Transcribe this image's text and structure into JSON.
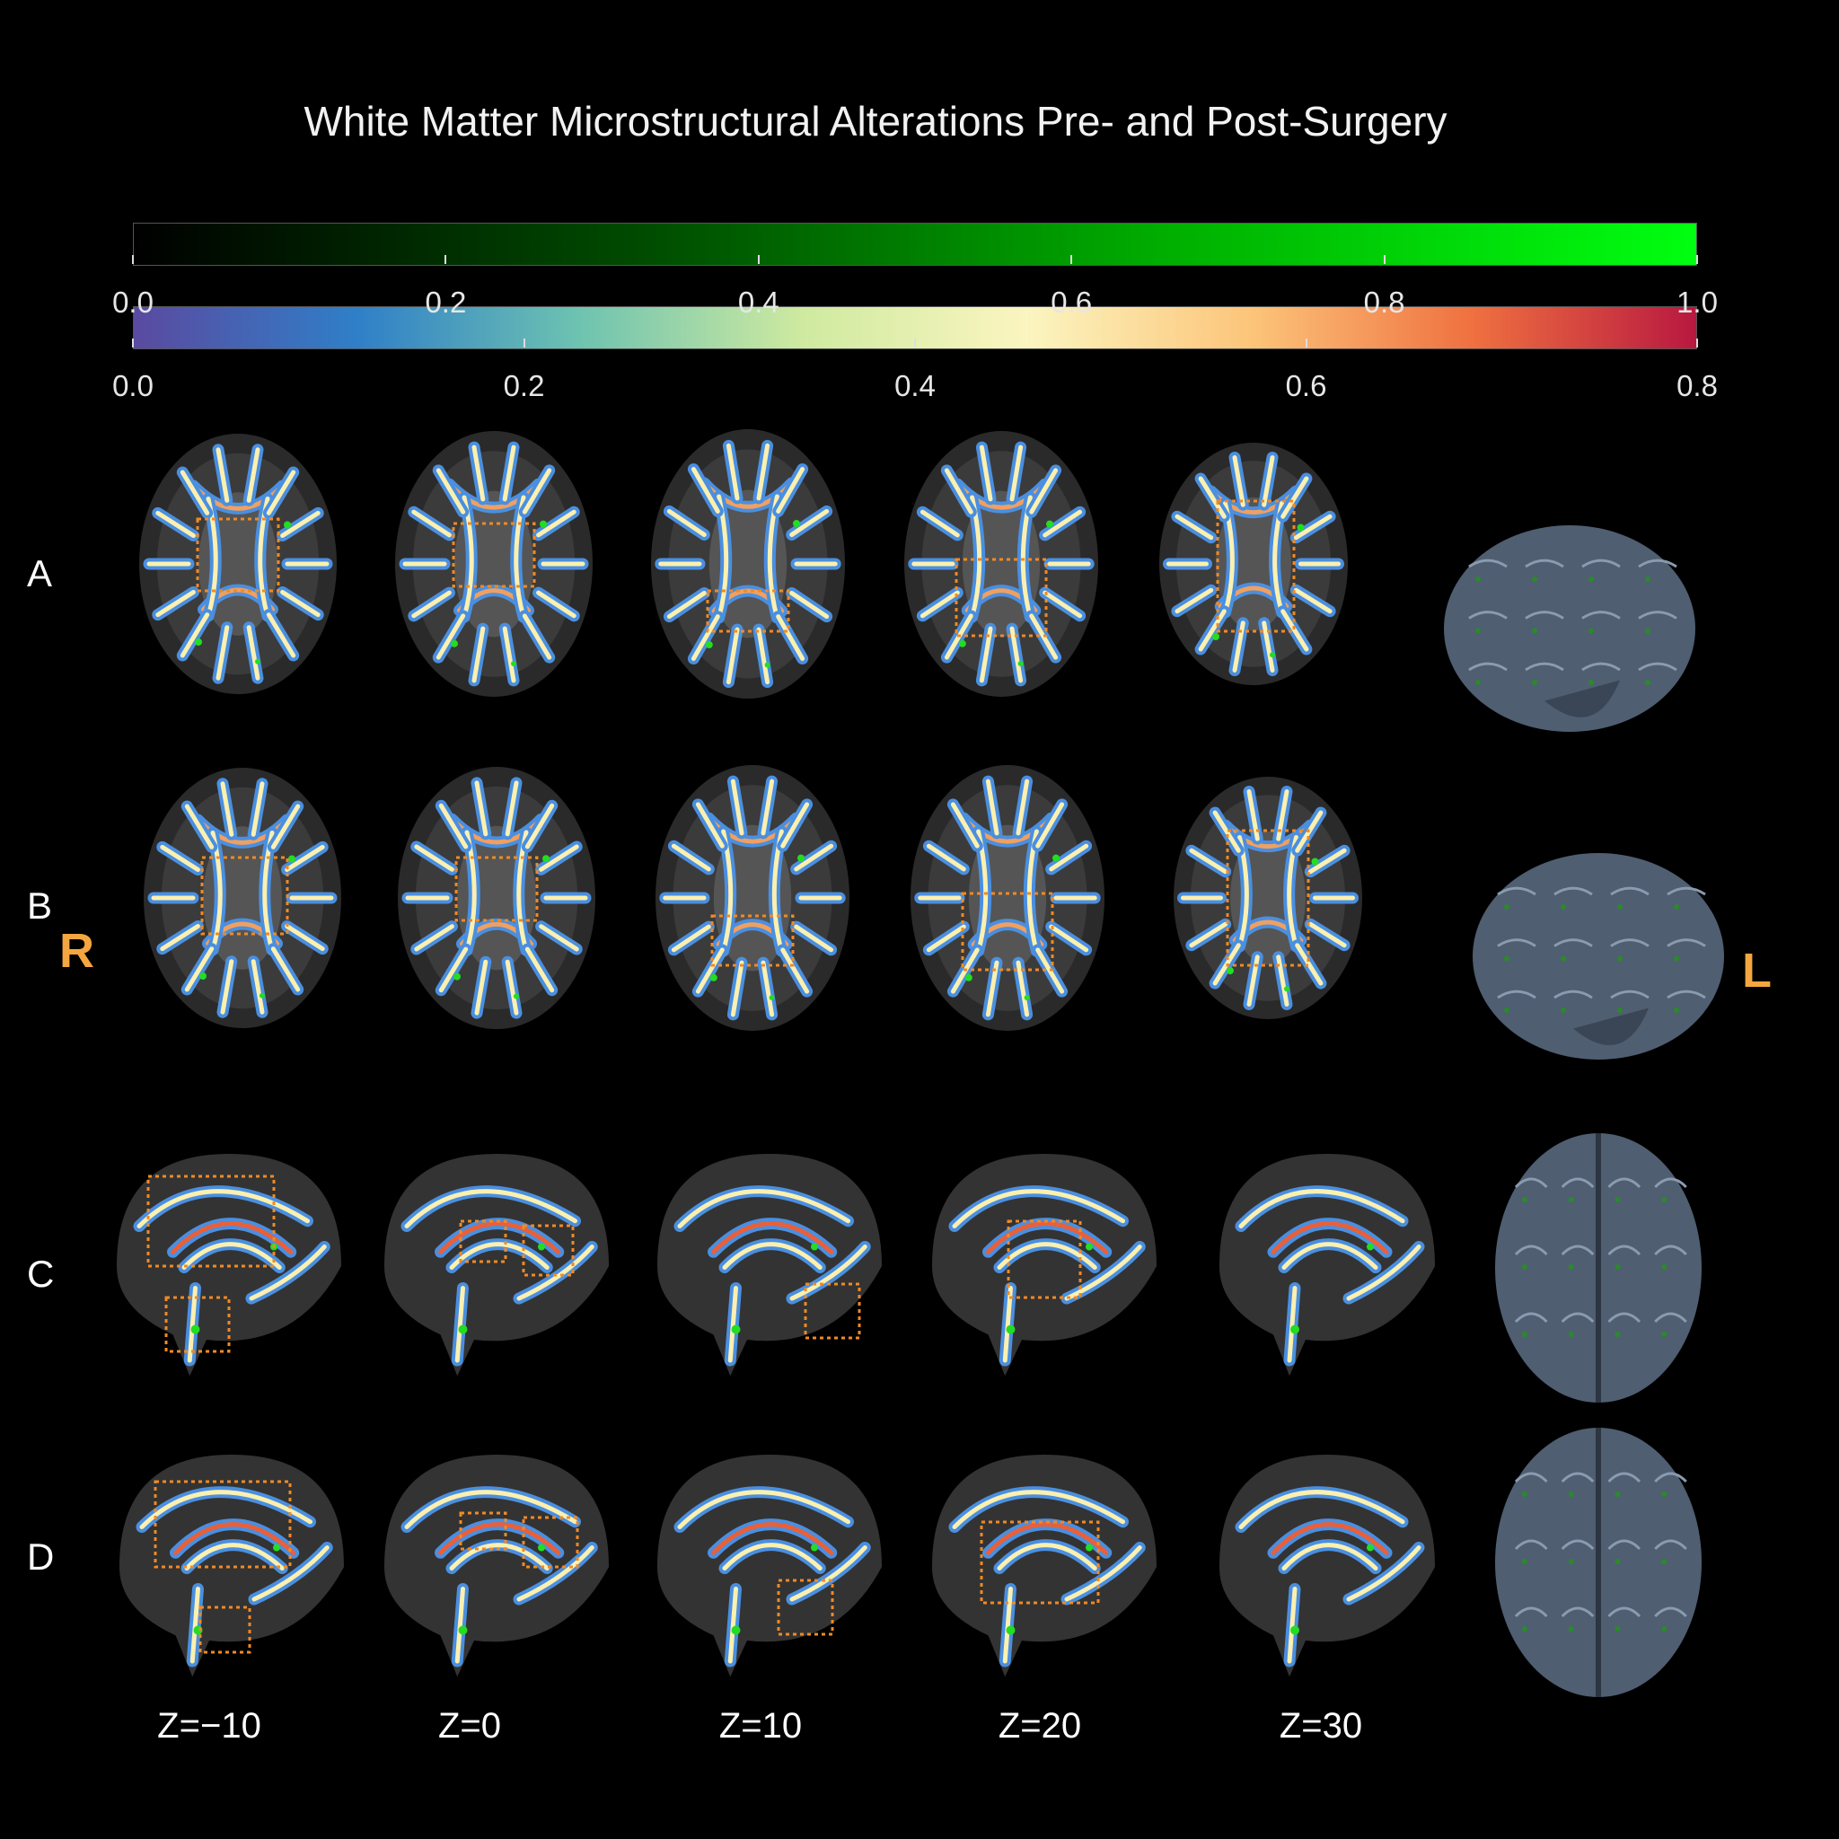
{
  "title": "White Matter Microstructural Alterations Pre- and Post-Surgery",
  "colorbars": [
    {
      "ticks": [
        "0.0",
        "0.2",
        "0.4",
        "0.6",
        "0.8",
        "1.0"
      ],
      "colors": [
        "#000000",
        "#004d00",
        "#00b000",
        "#00ff10"
      ]
    },
    {
      "ticks": [
        "0.0",
        "0.2",
        "0.4",
        "0.6",
        "0.8"
      ],
      "colors": [
        "#5a4aa0",
        "#2f7fc8",
        "#6ec3b0",
        "#cfeaa0",
        "#fbf5c0",
        "#fcc57a",
        "#ef7040",
        "#b81840"
      ]
    }
  ],
  "rows": [
    "A",
    "B",
    "C",
    "D"
  ],
  "orientation": {
    "left": "R",
    "right": "L"
  },
  "slice_labels": [
    "Z=−10",
    "Z=0",
    "Z=10",
    "Z=20",
    "Z=30"
  ],
  "colors": {
    "highlight": "#f08a24",
    "tract": "#4a8fe0",
    "tract_core": "#fbf0b0",
    "green": "#22dd22",
    "orientation": "#f4a640"
  }
}
